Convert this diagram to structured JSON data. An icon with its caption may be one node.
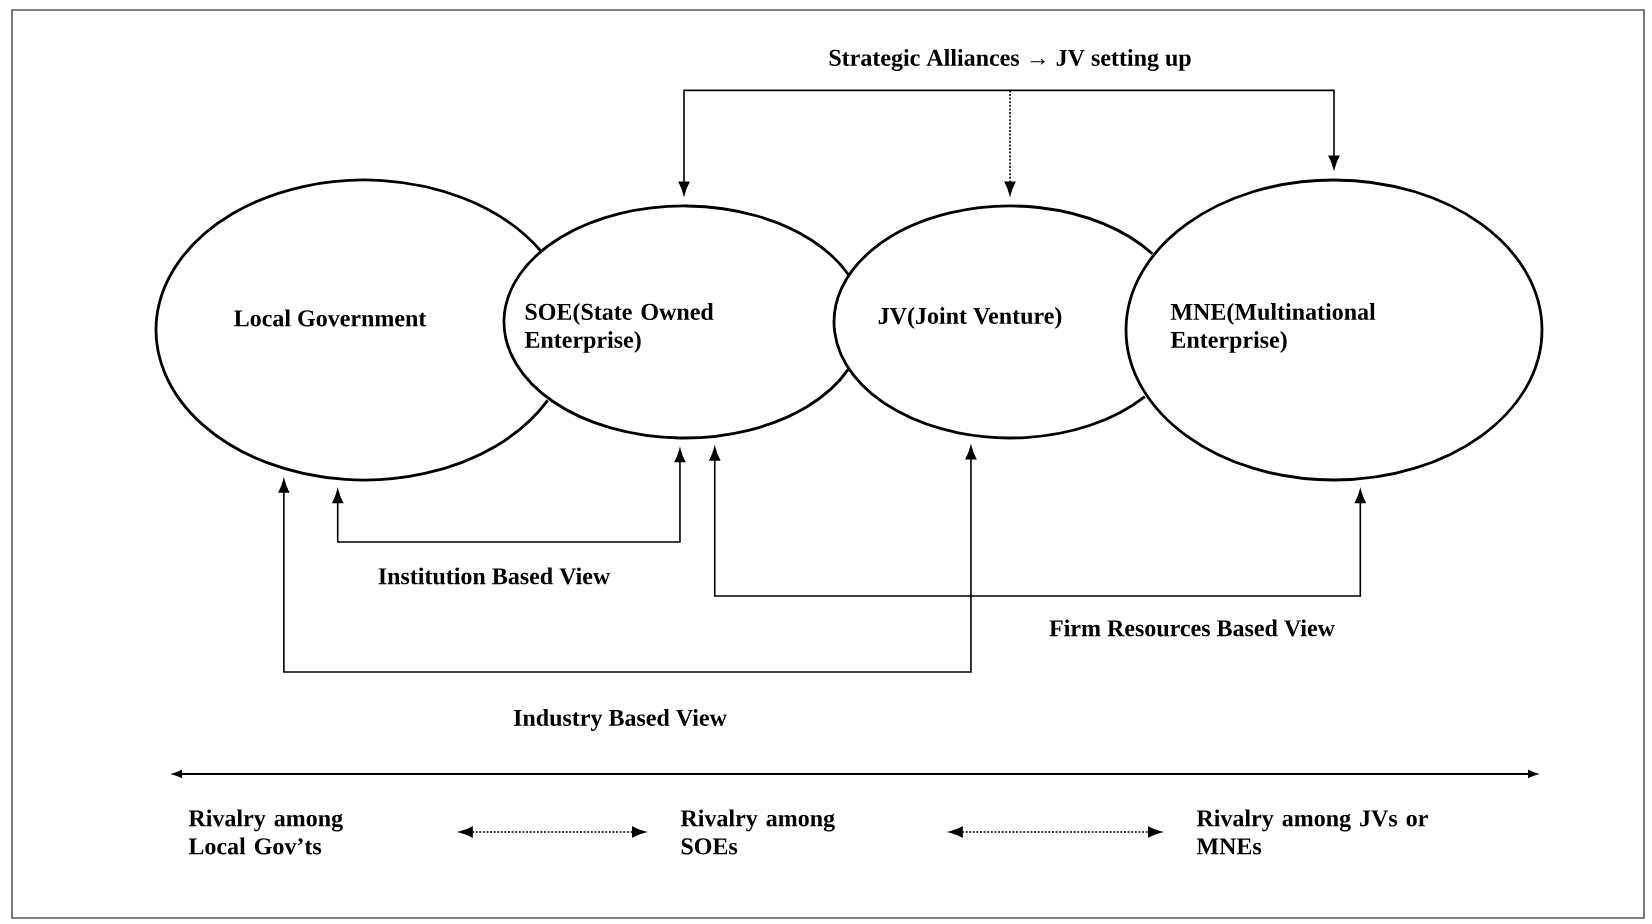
{
  "diagram": {
    "nodes": [
      {
        "text": [
          "Strategic Alliances → JV setting up"
        ]
      },
      {
        "text": [
          "Local Government"
        ]
      },
      {
        "text": [
          "SOE(State Owned Enterprise)"
        ]
      },
      {
        "text": [
          "JV(Joint Venture)"
        ]
      },
      {
        "text": [
          "MNE(Multinational Enterprise)"
        ]
      },
      {
        "text": [
          "Rivalry among Local Gov’ts"
        ]
      },
      {
        "text": [
          "Rivalry among SOEs"
        ]
      },
      {
        "text": [
          "Rivalry among JVs or MNEs"
        ]
      }
    ],
    "edges": [
      {
        "from": 0,
        "to": 2,
        "arrow": "to"
      },
      {
        "from": 0,
        "to": 3,
        "arrow": "to",
        "style": "dashed"
      },
      {
        "from": 0,
        "to": 4,
        "arrow": "to"
      },
      {
        "from": 1,
        "to": 2,
        "arrow": "both",
        "label": "Institution Based View"
      },
      {
        "from": 2,
        "to": 4,
        "arrow": "both",
        "label": "Firm Resources Based View"
      },
      {
        "from": 1,
        "to": 3,
        "arrow": "both",
        "label": "Industry Based View"
      },
      {
        "from": 5,
        "to": 6,
        "arrow": "both",
        "style": "dashed"
      },
      {
        "from": 6,
        "to": 7,
        "arrow": "both",
        "style": "dashed"
      }
    ]
  }
}
